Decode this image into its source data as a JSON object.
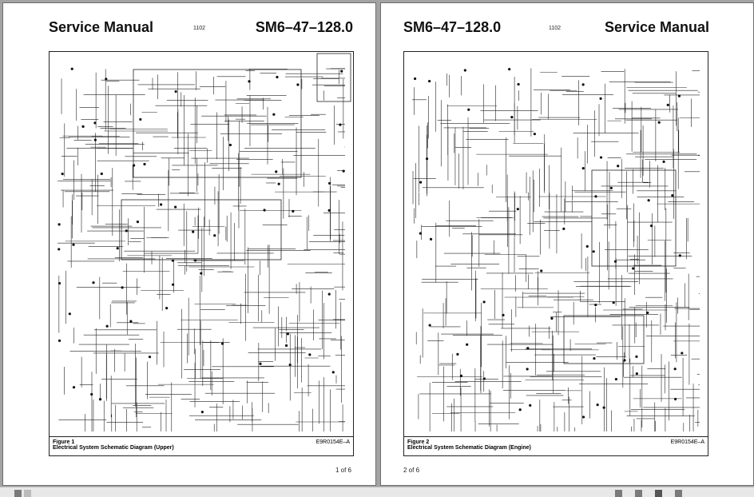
{
  "pages": [
    {
      "header_left": "Service Manual",
      "code": "1102",
      "header_right": "SM6–47–128.0",
      "figure": "Figure 1",
      "caption": "Electrical System Schematic Diagram (Upper)",
      "figure_id": "E9R0154E–A",
      "page_label": "1 of 6"
    },
    {
      "header_left": "SM6–47–128.0",
      "code": "1102",
      "header_right": "Service Manual",
      "figure": "Figure 2",
      "caption": "Electrical System Schematic Diagram (Engine)",
      "figure_id": "E9R0154E–A",
      "page_label": "2 of 6"
    }
  ]
}
